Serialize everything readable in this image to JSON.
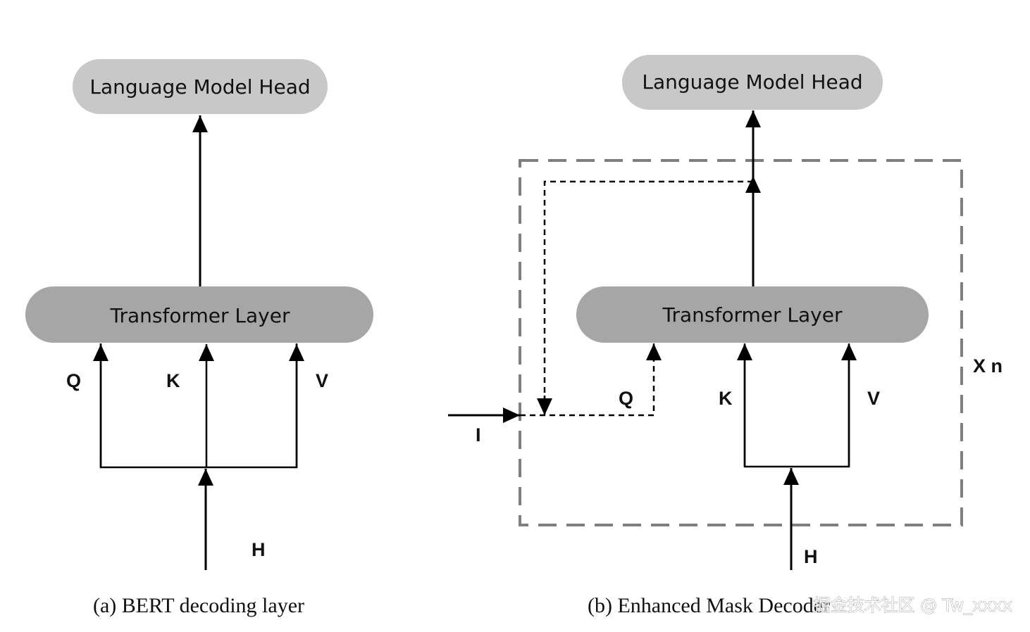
{
  "panel_a": {
    "head_label": "Language Model Head",
    "transformer_label": "Transformer Layer",
    "q": "Q",
    "k": "K",
    "v": "V",
    "h": "H",
    "caption": "(a) BERT decoding layer"
  },
  "panel_b": {
    "head_label": "Language Model Head",
    "transformer_label": "Transformer Layer",
    "q": "Q",
    "k": "K",
    "v": "V",
    "h": "H",
    "i": "I",
    "repeat": "X n",
    "caption": "(b) Enhanced Mask Decoder"
  },
  "watermark": "掘金技术社区 @ Tw_xxxx",
  "colors": {
    "head_fill": "#c8c8c8",
    "transformer_fill": "#a6a6a6",
    "dashed_box": "#7f7f7f",
    "line": "#000000"
  }
}
